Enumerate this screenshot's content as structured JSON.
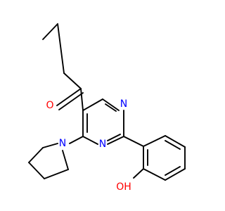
{
  "molecule": {
    "atoms": [
      {
        "id": "O1",
        "label": "O",
        "color": "#ff0000"
      },
      {
        "id": "N1",
        "label": "N",
        "color": "#0000ff"
      },
      {
        "id": "N2",
        "label": "N",
        "color": "#0000ff"
      },
      {
        "id": "N3",
        "label": "N",
        "color": "#0000ff"
      },
      {
        "id": "O2",
        "label": "OH",
        "color": "#ff0000"
      }
    ]
  }
}
